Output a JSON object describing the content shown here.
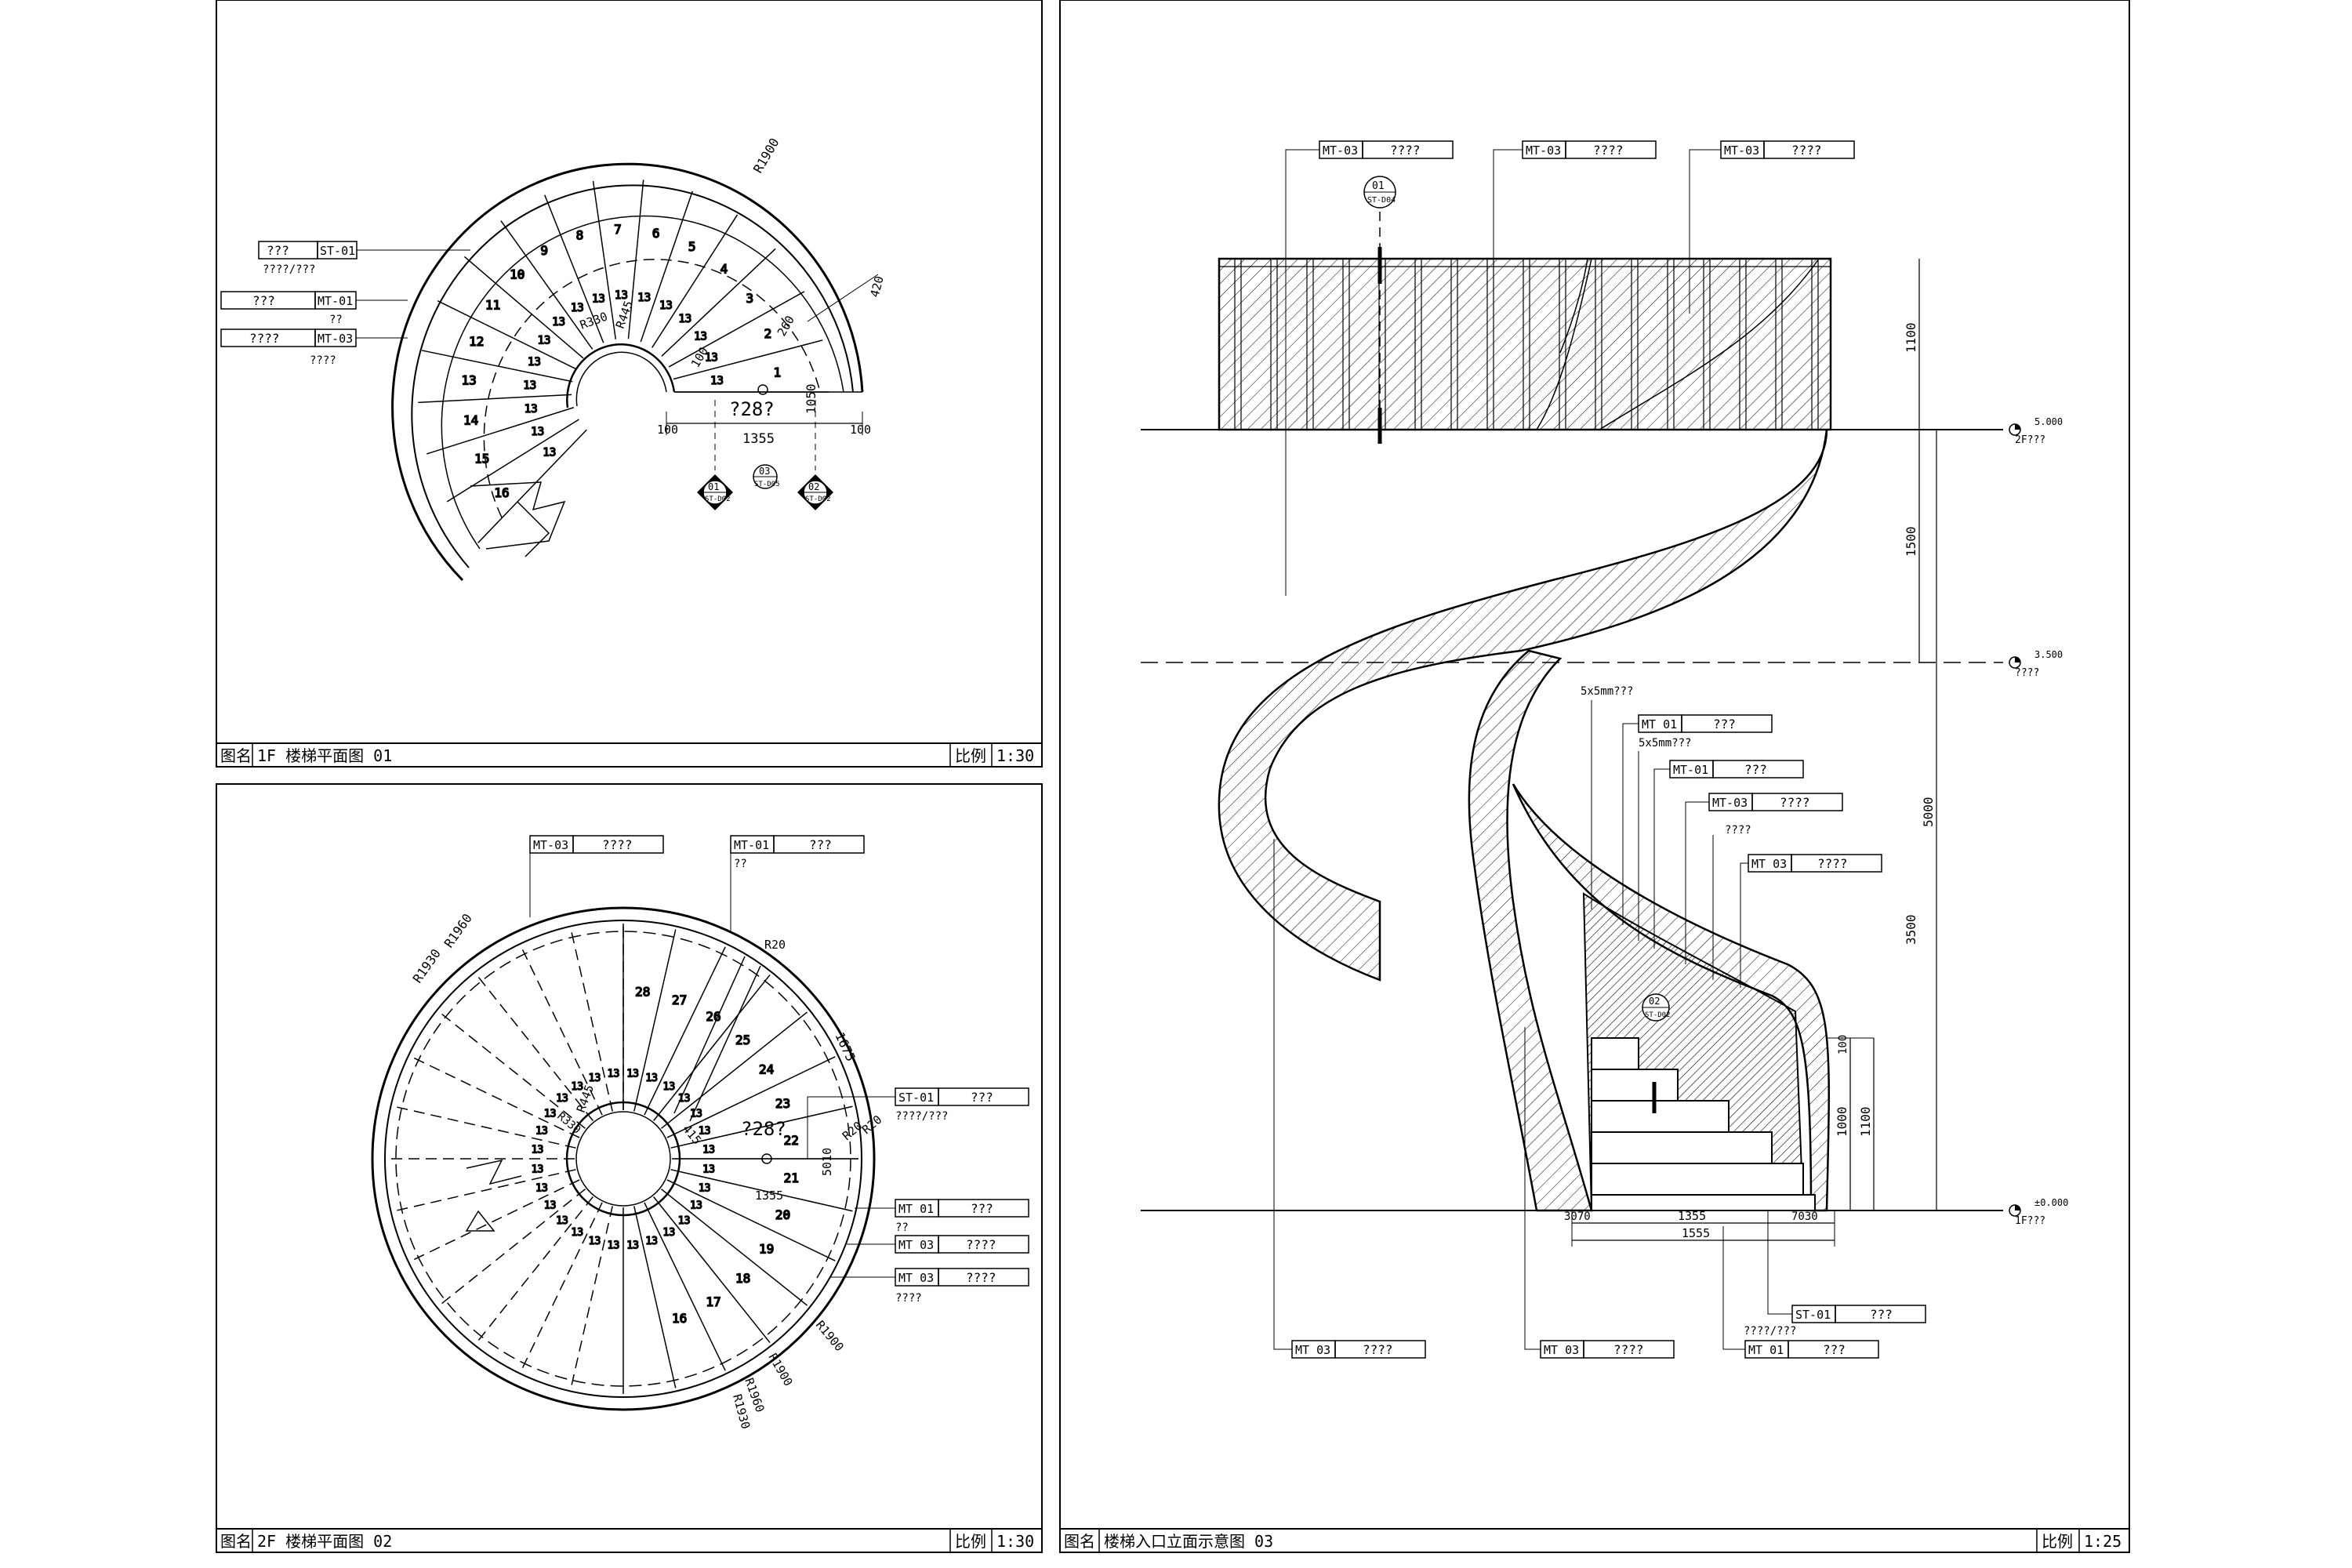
{
  "panels": {
    "plan1": {
      "title_key": "图名",
      "title": "1F 楼梯平面图 01",
      "scale_key": "比例",
      "scale": "1:30"
    },
    "plan2": {
      "title_key": "图名",
      "title": "2F 楼梯平面图 02",
      "scale_key": "比例",
      "scale": "1:30"
    },
    "elev": {
      "title_key": "图名",
      "title": "楼梯入口立面示意图 03",
      "scale_key": "比例",
      "scale": "1:25"
    }
  },
  "plan1": {
    "tags": [
      {
        "left": "???",
        "code": "ST-01",
        "note": "????/???"
      },
      {
        "left": "???",
        "code": "MT-01",
        "note": "??"
      },
      {
        "left": "????",
        "code": "MT-03",
        "note": "????"
      }
    ],
    "steps": [
      "1",
      "2",
      "3",
      "4",
      "5",
      "6",
      "7",
      "8",
      "9",
      "10",
      "11",
      "12",
      "13",
      "14",
      "15",
      "16"
    ],
    "rise": "13",
    "dims": {
      "r1900": "R1900",
      "r445": "R445",
      "r330": "R330",
      "d420": "420",
      "d260": "260",
      "d100": "100",
      "d1050": "1050",
      "total": "1355",
      "left100": "100",
      "right100": "100",
      "angle": "?28?"
    },
    "sections": [
      {
        "num": "01",
        "ref": "ST-D02"
      },
      {
        "num": "03",
        "ref": "ST-D05"
      },
      {
        "num": "02",
        "ref": "ST-D02"
      }
    ]
  },
  "plan2": {
    "tags": [
      {
        "code": "MT-03",
        "text": "????",
        "note": ""
      },
      {
        "code": "MT-01",
        "text": "???",
        "note": "??"
      },
      {
        "code": "ST-01",
        "text": "???",
        "note": "????/???"
      },
      {
        "code": "MT 01",
        "text": "???",
        "note": "??"
      },
      {
        "code": "MT 03",
        "text": "????",
        "note": ""
      },
      {
        "code": "MT 03",
        "text": "????",
        "note": "????"
      }
    ],
    "steps": [
      "16",
      "17",
      "18",
      "19",
      "20",
      "21",
      "22",
      "23",
      "24",
      "25",
      "26",
      "27",
      "28"
    ],
    "rise": "13",
    "dims": {
      "r20a": "R20",
      "r20b": "R20",
      "r1960": "R1960",
      "r1930": "R1930",
      "r1900": "R1900",
      "r1900b": "R1900",
      "r445": "R445",
      "r330": "R330",
      "angle": "?28?",
      "d1675": "1675",
      "d415": "415",
      "d1355": "1355",
      "d5010": "5010",
      "r1960b": "R1960",
      "r1930b": "R1930"
    }
  },
  "elev": {
    "top_tags": [
      {
        "code": "MT-03",
        "text": "????"
      },
      {
        "code": "MT-03",
        "text": "????"
      },
      {
        "code": "MT-03",
        "text": "????"
      }
    ],
    "section_top": {
      "num": "01",
      "ref": "ST-D04"
    },
    "section_mid": {
      "num": "02",
      "ref": "ST-D02"
    },
    "levels": [
      {
        "value": "5.000",
        "label": "2F???"
      },
      {
        "value": "3.500",
        "label": "????"
      },
      {
        "value": "±0.000",
        "label": "1F???"
      }
    ],
    "vdims": {
      "d1100": "1100",
      "d1500": "1500",
      "d5000": "5000",
      "d3500": "3500",
      "d1000": "1000",
      "d1100b": "1100",
      "d100": "100"
    },
    "hdims": {
      "d3070": "3070",
      "d1355": "1355",
      "d7030": "7030",
      "d1555": "1555"
    },
    "right_tags": [
      {
        "code": "",
        "text": "",
        "note": "5x5mm???"
      },
      {
        "code": "MT 01",
        "text": "???",
        "note": ""
      },
      {
        "code": "",
        "text": "",
        "note": "5x5mm???"
      },
      {
        "code": "MT-01",
        "text": "???",
        "note": ""
      },
      {
        "code": "MT-03",
        "text": "????",
        "note": ""
      },
      {
        "code": "",
        "text": "",
        "note": "????"
      },
      {
        "code": "MT 03",
        "text": "????",
        "note": ""
      }
    ],
    "bottom_tags": [
      {
        "code": "MT 03",
        "text": "????",
        "note": ""
      },
      {
        "code": "MT 03",
        "text": "????",
        "note": ""
      },
      {
        "code": "MT 01",
        "text": "???",
        "note": ""
      },
      {
        "code": "ST-01",
        "text": "???",
        "note": "????/???"
      }
    ]
  }
}
